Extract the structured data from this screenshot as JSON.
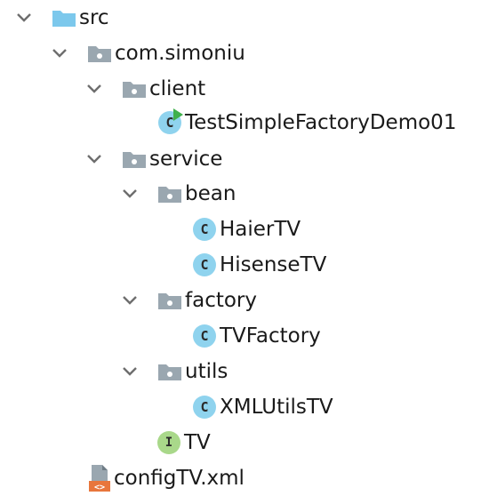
{
  "tree": {
    "src": "src",
    "com_simoniu": "com.simoniu",
    "client": "client",
    "test_simple_factory_demo": "TestSimpleFactoryDemo01",
    "service": "service",
    "bean": "bean",
    "haier_tv": "HaierTV",
    "hisense_tv": "HisenseTV",
    "factory": "factory",
    "tv_factory": "TVFactory",
    "utils": "utils",
    "xml_utils_tv": "XMLUtilsTV",
    "tv_interface": "TV",
    "config_file": "configTV.xml"
  },
  "icons": {
    "class_badge": "C",
    "interface_badge": "I",
    "xml_badge": "<>"
  },
  "colors": {
    "source_folder": "#7cc8ec",
    "package_folder": "#9aa7b0",
    "class_badge": "#8fd3ee",
    "interface_badge": "#a9d88a",
    "run_marker": "#3fb04b",
    "xml_accent": "#e8763c"
  }
}
